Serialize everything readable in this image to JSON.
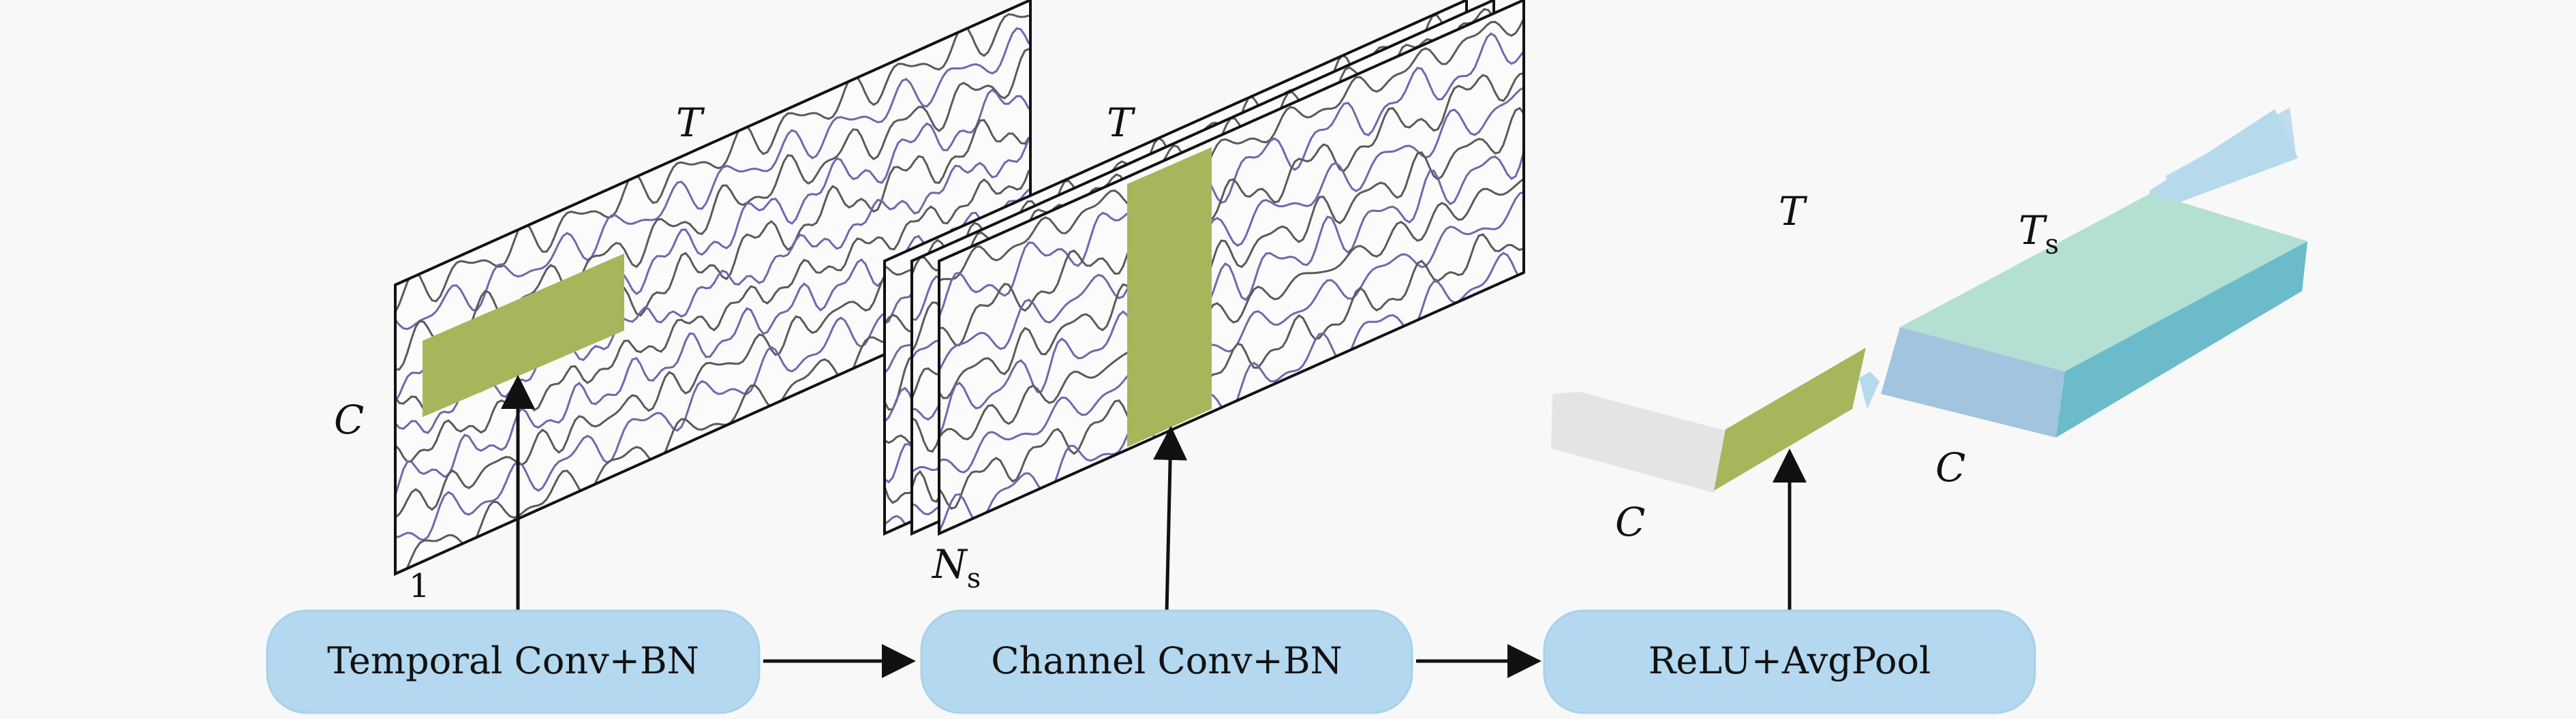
{
  "blocks": [
    {
      "label": "Temporal Conv+BN"
    },
    {
      "label": "Channel Conv+BN"
    },
    {
      "label": "ReLU+AvgPool"
    }
  ],
  "labels": {
    "t1": "T",
    "c1": "C",
    "one": "1",
    "t2": "T",
    "ns_main": "N",
    "ns_sub": "s",
    "t3": "T",
    "ts_main": "T",
    "ts_sub": "s",
    "c3a": "C",
    "c3b": "C"
  },
  "colors": {
    "block_fill": "#b3d8ef",
    "block_stroke": "#b3d8ef",
    "kernel": "#a6b75b",
    "wave_gray": "#5a5a5a",
    "wave_blue": "#6a6aae",
    "cuboid_top": "#b3e0d2",
    "cuboid_front": "#a3c4df",
    "cuboid_side": "#6bbbcb",
    "faded_gray": "#e4e4e4",
    "faded_blue": "#b6d9ec"
  }
}
